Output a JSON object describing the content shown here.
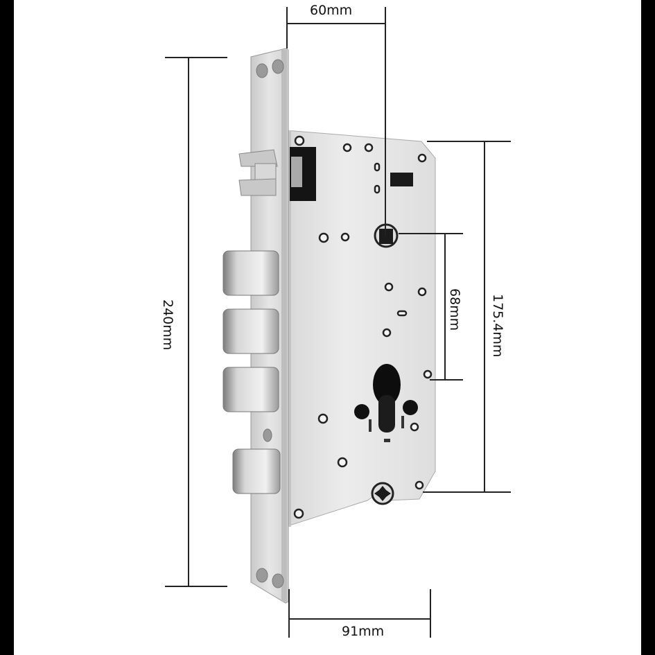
{
  "diagram": {
    "subject": "Mortise door lock body with dimensions",
    "colors": {
      "background": "#ffffff",
      "border_bars": "#000000",
      "dimension_line": "#222222",
      "steel_light": "#e4e4e4",
      "steel_mid": "#b9b9b9",
      "steel_dark": "#8a8a8a",
      "hole": "#111111"
    },
    "dimensions": {
      "backset": {
        "label": "60mm",
        "orientation": "horizontal",
        "position": "top"
      },
      "faceplate_height": {
        "label": "240mm",
        "orientation": "vertical",
        "position": "left"
      },
      "handle_to_cylinder": {
        "label": "68mm",
        "orientation": "vertical",
        "position": "right-inner"
      },
      "case_height": {
        "label": "175.4mm",
        "orientation": "vertical",
        "position": "right-outer"
      },
      "case_width": {
        "label": "91mm",
        "orientation": "horizontal",
        "position": "bottom"
      }
    },
    "components": {
      "faceplate": "faceplate",
      "latch": "latch-bolt",
      "deadbolts": [
        "bolt-1",
        "bolt-2",
        "bolt-3",
        "bolt-4"
      ],
      "spindle_hub": "square spindle hub",
      "cylinder_hole": "euro profile cylinder cutout",
      "bottom_hub": "lower star hub"
    }
  }
}
